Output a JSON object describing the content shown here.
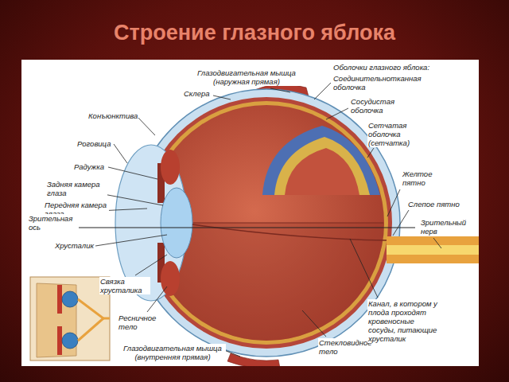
{
  "diagram": {
    "title": "Строение глазного яблока",
    "labels": [
      "Глазодвигательная мышца (наружная прямая)",
      "Оболочки глазного яблока:",
      "Склера",
      "Соединительнотканная оболочка",
      "Сосудистая оболочка",
      "Сетчатая оболочка (сетчатка)",
      "Конъюнктива",
      "Роговица",
      "Радужка",
      "Задняя камера глаза",
      "Передняя камера глаза",
      "Зрительная ось",
      "Хрусталик",
      "Желтое пятно",
      "Слепое пятно",
      "Зрительный нерв",
      "Связка хрусталика",
      "Ресничное тело",
      "Глазодвигательная мышца (внутренняя прямая)",
      "Стекловидное тело",
      "Канал, в котором у плода проходят кровеносные сосуды, питающие хрусталик"
    ]
  }
}
